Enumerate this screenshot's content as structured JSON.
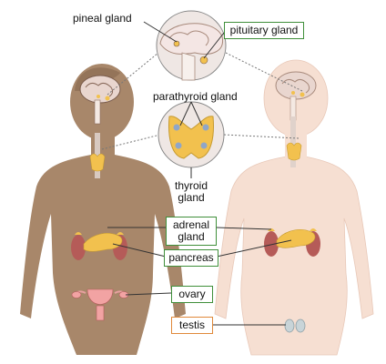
{
  "labels": {
    "pineal": "pineal gland",
    "pituitary": "pituitary gland",
    "parathyroid": "parathyroid gland",
    "thyroid_line1": "thyroid",
    "thyroid_line2": "gland",
    "adrenal_line1": "adrenal",
    "adrenal_line2": "gland",
    "pancreas": "pancreas",
    "ovary": "ovary",
    "testis": "testis"
  },
  "colors": {
    "female_skin": "#a8876a",
    "male_skin": "#f6dfd2",
    "label_border": "#3f8f3a",
    "testis_border": "#e0893a",
    "gland_yellow": "#f2c14e",
    "kidney": "#b55b58",
    "ovary_pink": "#f2a3a3"
  }
}
